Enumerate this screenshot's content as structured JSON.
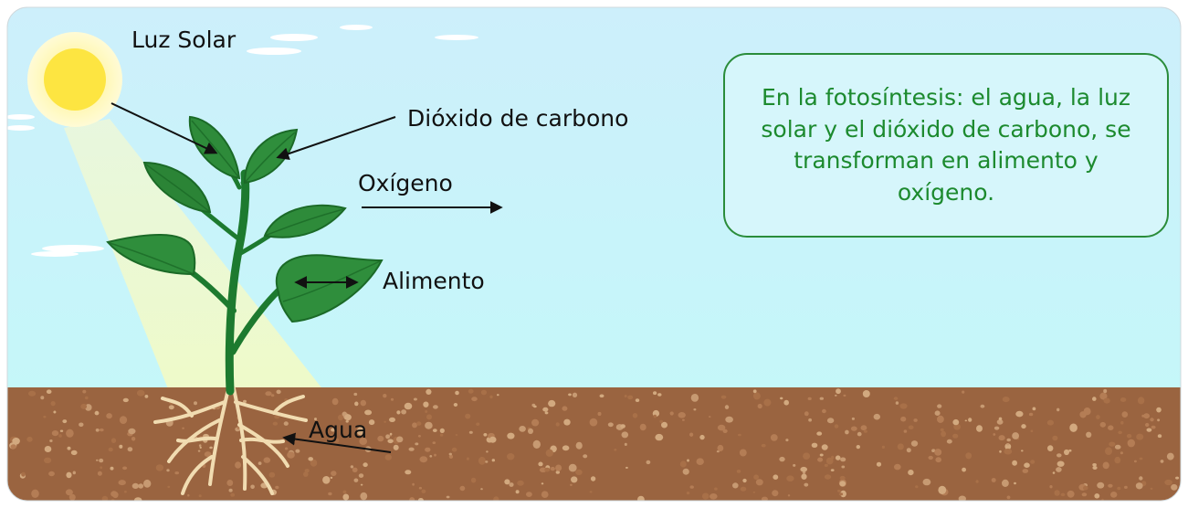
{
  "labels": {
    "sun": "Luz Solar",
    "co2": "Dióxido de carbono",
    "oxygen": "Oxígeno",
    "food": "Alimento",
    "water": "Agua"
  },
  "info_box": {
    "text": "En la fotosíntesis: el agua, la luz solar y el dióxido de carbono, se transforman en alimento y oxígeno."
  },
  "colors": {
    "sky_top": "#cdeffb",
    "sky_bottom": "#c6f7fa",
    "soil": "#9a6440",
    "leaf": "#2e8b3a",
    "stem": "#1d7a2f",
    "root": "#f3dfb5",
    "sun": "#fde541",
    "info_border": "#2a8c3a",
    "info_text": "#1c8a2e"
  }
}
